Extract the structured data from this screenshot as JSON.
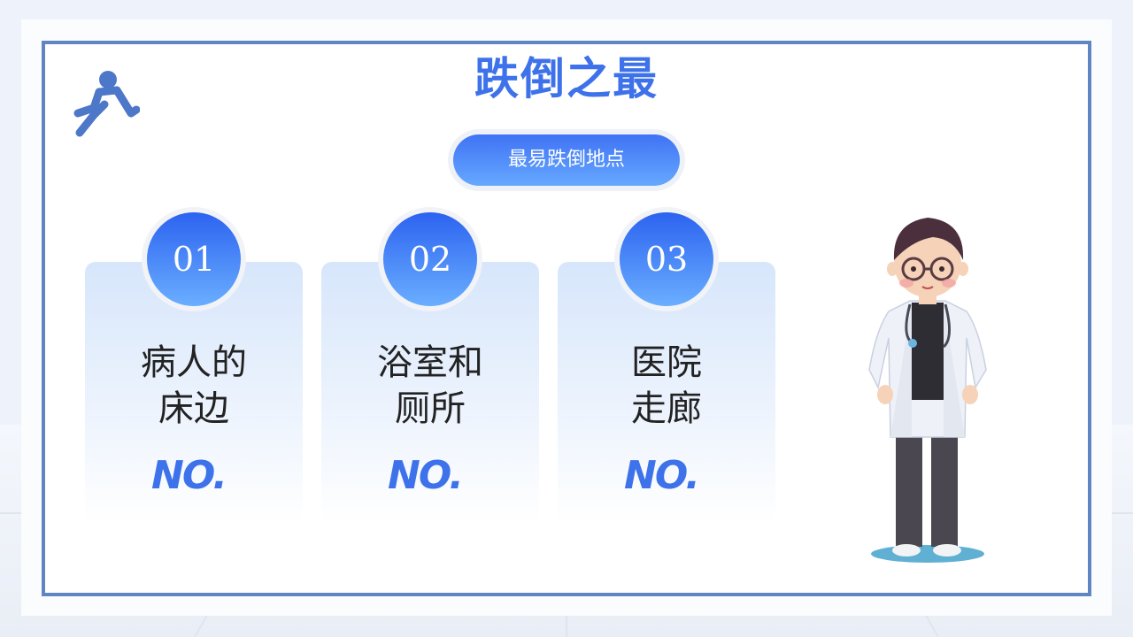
{
  "slide": {
    "title": "跌倒之最",
    "subtitle": "最易跌倒地点"
  },
  "items": [
    {
      "number": "01",
      "line1": "病人的",
      "line2": "床边",
      "no": "NO."
    },
    {
      "number": "02",
      "line1": "浴室和",
      "line2": "厕所",
      "no": "NO."
    },
    {
      "number": "03",
      "line1": "医院",
      "line2": "走廊",
      "no": "NO."
    }
  ],
  "colors": {
    "accent": "#3d72ea",
    "frame": "#5f86c3",
    "gradient_start": "#2c63f0",
    "gradient_end": "#6aaeff"
  },
  "icons": {
    "top_left": "person-falling-icon",
    "illustration": "doctor-illustration"
  }
}
